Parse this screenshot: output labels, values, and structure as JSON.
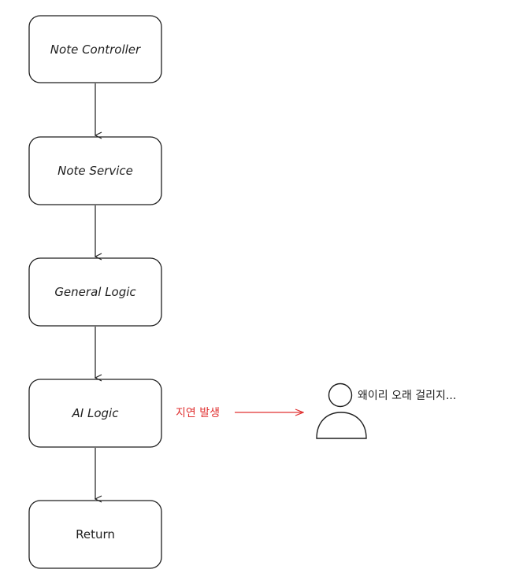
{
  "flow": {
    "steps": [
      {
        "id": "note-controller",
        "label": "Note Controller"
      },
      {
        "id": "note-service",
        "label": "Note Service"
      },
      {
        "id": "general-logic",
        "label": "General Logic"
      },
      {
        "id": "ai-logic",
        "label": "AI Logic"
      },
      {
        "id": "return",
        "label": "Return"
      }
    ]
  },
  "annotation": {
    "delay_label": "지연 발생",
    "delay_color": "#e03131"
  },
  "user": {
    "icon": "user-icon",
    "speech": "왜이리 오래 걸리지..."
  },
  "colors": {
    "stroke": "#1e1e1e",
    "background": "#ffffff"
  }
}
